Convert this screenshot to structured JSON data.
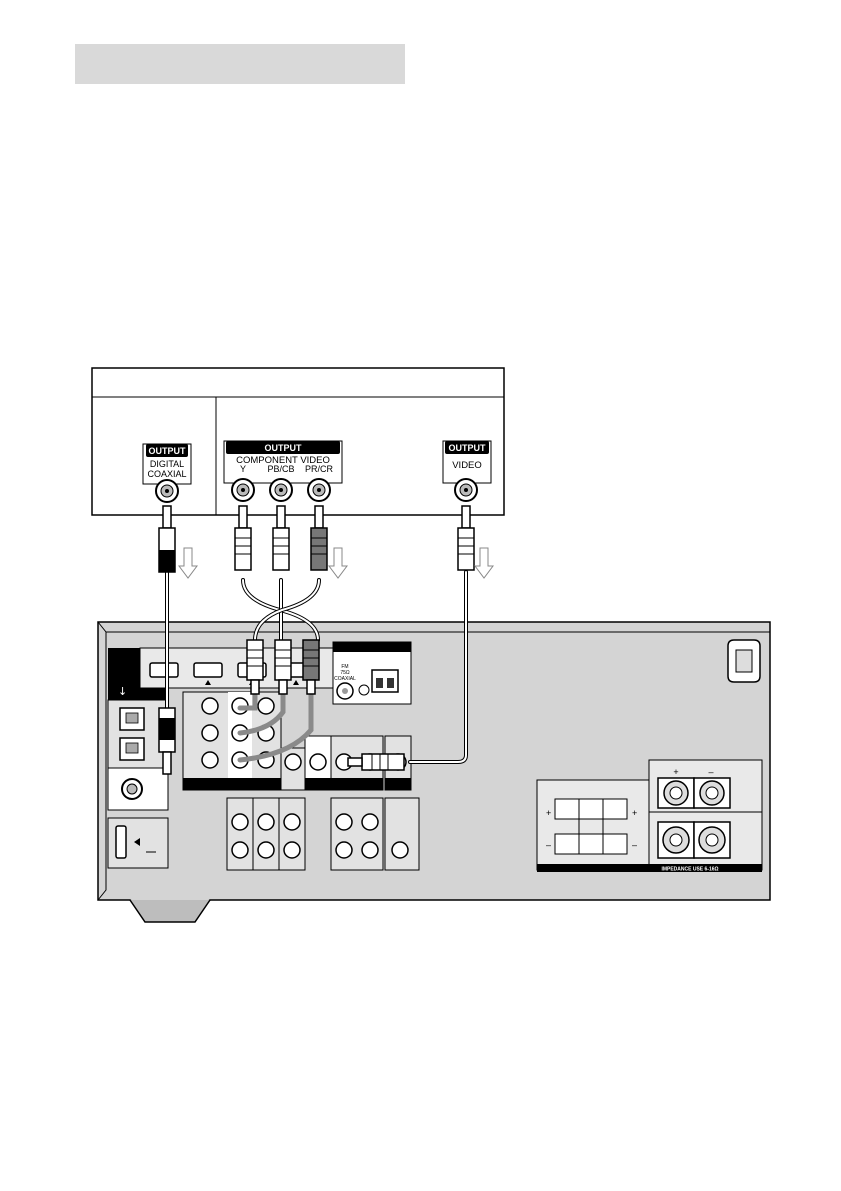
{
  "source_device": {
    "title": "",
    "audio_section_label": "",
    "video_section_label": "",
    "digital_coaxial": {
      "badge": "OUTPUT",
      "line1": "DIGITAL",
      "line2": "COAXIAL"
    },
    "component_video": {
      "badge": "OUTPUT",
      "heading": "COMPONENT VIDEO",
      "y": "Y",
      "pb": "PB/CB",
      "pr": "PR/CR"
    },
    "composite_video": {
      "badge": "OUTPUT",
      "label": "VIDEO"
    }
  },
  "receiver": {
    "antenna": {
      "fm_line1": "FM",
      "fm_line2": "75Ω",
      "fm_line3": "COAXIAL"
    },
    "speaker_impedance": "IMPEDANCE USE 6-16Ω",
    "plus": "+",
    "minus": "–"
  },
  "colors": {
    "panel": "#d4d4d4",
    "panel_dark": "#bdbdbd",
    "header_bar": "#d9d9d9",
    "cable": "#8a8a8a",
    "outline": "#000000"
  }
}
